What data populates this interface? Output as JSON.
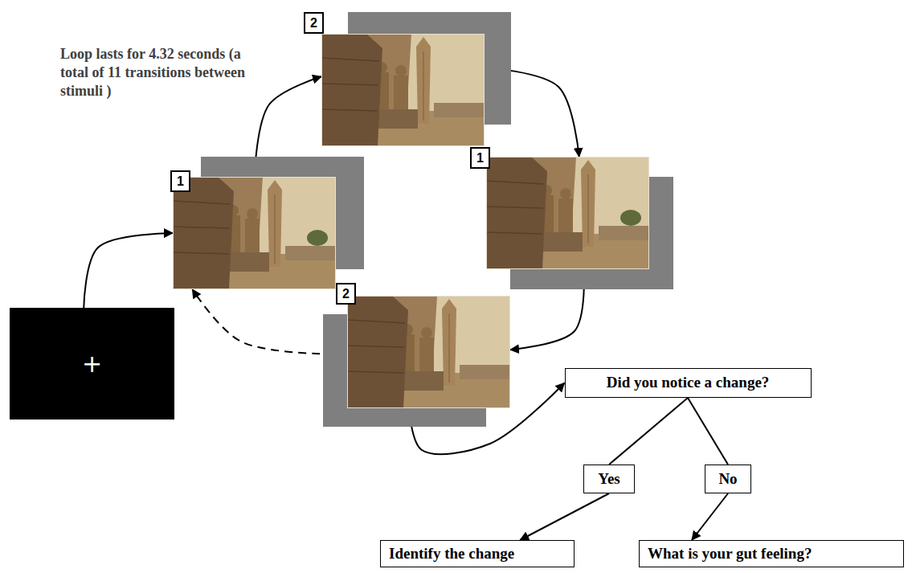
{
  "diagram": {
    "nodes": [
      {
        "text": [
          "+"
        ]
      },
      {
        "text": [
          "1"
        ]
      },
      {
        "text": [
          "2"
        ]
      },
      {
        "text": [
          "1"
        ]
      },
      {
        "text": [
          "2"
        ]
      },
      {
        "text": [
          "Did you notice a change?"
        ]
      },
      {
        "text": [
          "Yes"
        ]
      },
      {
        "text": [
          "No"
        ]
      },
      {
        "text": [
          "Identify the change"
        ]
      },
      {
        "text": [
          "What is your gut feeling?"
        ]
      }
    ],
    "edges": [
      {
        "from": 0,
        "to": 1,
        "arrow": "to"
      },
      {
        "from": 1,
        "to": 2,
        "arrow": "to"
      },
      {
        "from": 2,
        "to": 3,
        "arrow": "to"
      },
      {
        "from": 3,
        "to": 4,
        "arrow": "to"
      },
      {
        "from": 4,
        "to": 1,
        "arrow": "to"
      },
      {
        "from": 4,
        "to": 5,
        "arrow": "to"
      },
      {
        "from": 5,
        "to": 6,
        "arrow": "none"
      },
      {
        "from": 5,
        "to": 7,
        "arrow": "none"
      },
      {
        "from": 6,
        "to": 8,
        "arrow": "to"
      },
      {
        "from": 7,
        "to": 9,
        "arrow": "to"
      }
    ],
    "labels": [
      "Loop lasts for 4.32 seconds (a total of 11 transitions between stimuli )"
    ]
  }
}
